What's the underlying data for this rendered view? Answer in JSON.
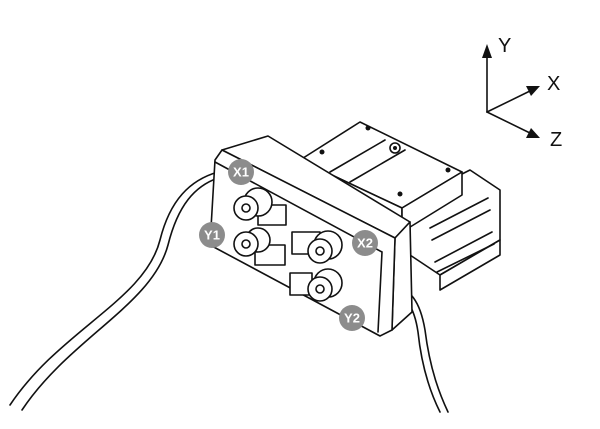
{
  "axes": {
    "y": "Y",
    "x": "X",
    "z": "Z"
  },
  "adjusters": [
    {
      "label": "X1"
    },
    {
      "label": "Y1"
    },
    {
      "label": "X2"
    },
    {
      "label": "Y2"
    }
  ],
  "colors": {
    "badge": "#8c8c8c",
    "line": "#111111"
  }
}
